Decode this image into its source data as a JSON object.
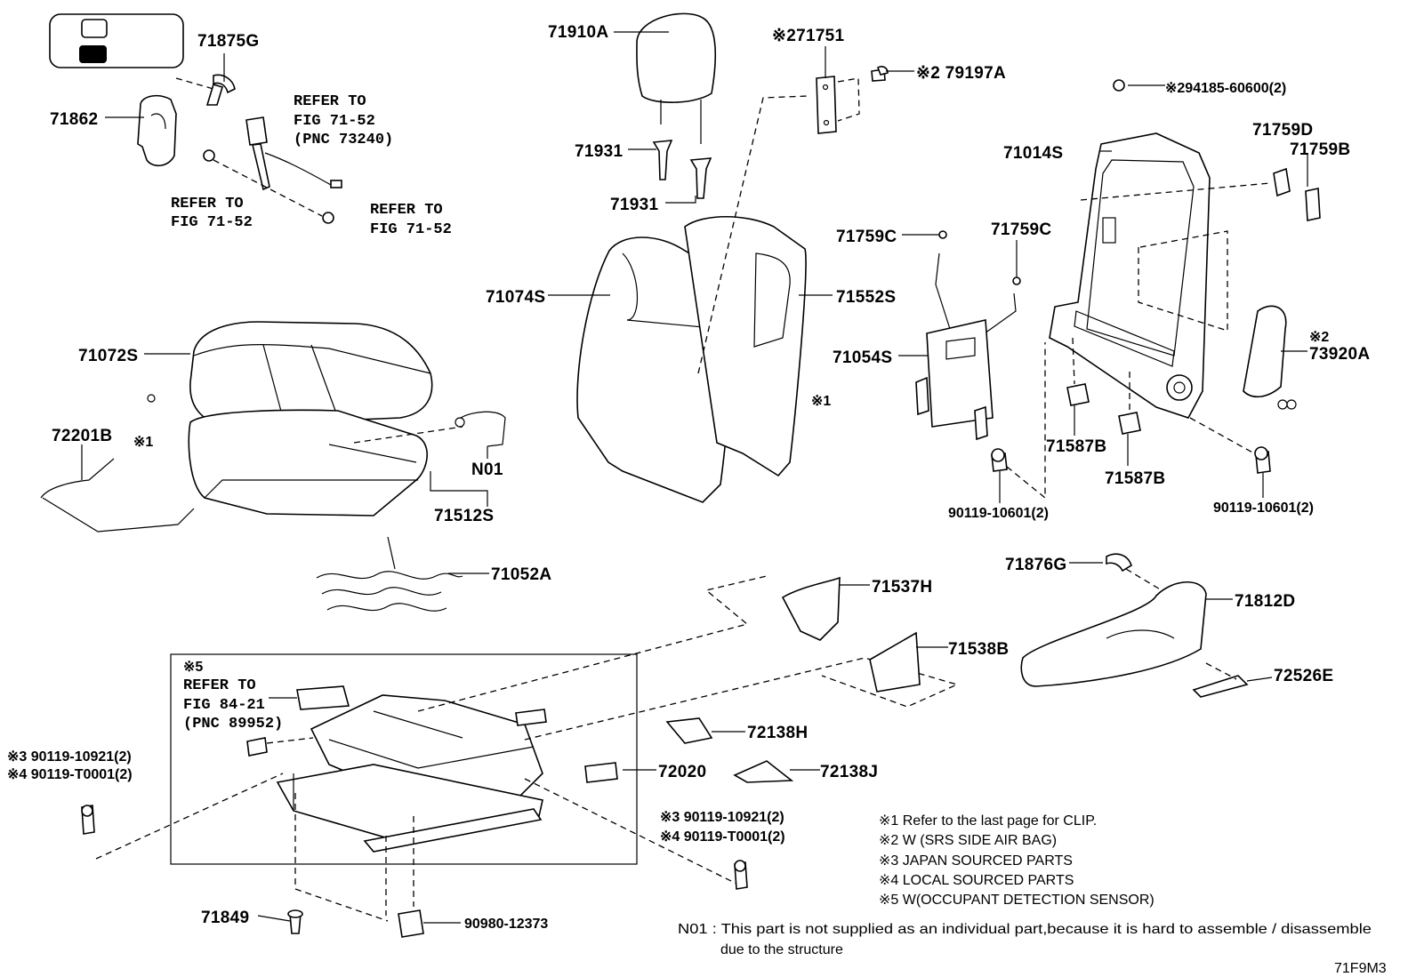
{
  "parts": {
    "p71875G": "71875G",
    "p71862": "71862",
    "p71910A": "71910A",
    "p71931a": "71931",
    "p71931b": "71931",
    "p71751": "※271751",
    "p79197A": "※2 79197A",
    "p94185": "※294185-60600(2)",
    "p71014S": "71014S",
    "p71759D": "71759D",
    "p71759B": "71759B",
    "p71759Ca": "71759C",
    "p71759Cb": "71759C",
    "p71074S": "71074S",
    "p71552S": "71552S",
    "p71054S": "71054S",
    "p73920A": "73920A",
    "p73920A_mark": "※2",
    "p71072S": "71072S",
    "p72201B": "72201B",
    "mark1a": "※1",
    "mark1b": "※1",
    "N01": "N01",
    "p71512S": "71512S",
    "p71587Ba": "71587B",
    "p71587Bb": "71587B",
    "p90119_10601a": "90119-10601(2)",
    "p90119_10601b": "90119-10601(2)",
    "p71052A": "71052A",
    "p71876G": "71876G",
    "p71537H": "71537H",
    "p71812D": "71812D",
    "p71538B": "71538B",
    "p72526E": "72526E",
    "p72138H": "72138H",
    "p72138J": "72138J",
    "p72020": "72020",
    "p71849": "71849",
    "p90980": "90980-12373",
    "left_bolt_3": "※3 90119-10921(2)",
    "left_bolt_4": "※4 90119-T0001(2)",
    "right_bolt_3": "※3 90119-10921(2)",
    "right_bolt_4": "※4 90119-T0001(2)"
  },
  "refs": {
    "belt_1": "REFER TO",
    "belt_2": "FIG 71-52",
    "belt_3": "(PNC 73240)",
    "belt_left_1": "REFER TO",
    "belt_left_2": "FIG 71-52",
    "belt_right_1": "REFER TO",
    "belt_right_2": "FIG 71-52",
    "box_mark": "※5",
    "box_1": "REFER TO",
    "box_2": "FIG 84-21",
    "box_3": "(PNC 89952)"
  },
  "notes": {
    "n1": "※1  Refer to the last page for CLIP.",
    "n2": "※2  W (SRS SIDE AIR BAG)",
    "n3": "※3  JAPAN SOURCED PARTS",
    "n4": "※4  LOCAL SOURCED PARTS",
    "n5": "※5  W(OCCUPANT DETECTION SENSOR)",
    "n01_line1": "N01 : This part is not supplied as an individual part,because it is hard to assemble / disassemble",
    "n01_line2": "due to the structure"
  },
  "figure_id": "71F9M3"
}
